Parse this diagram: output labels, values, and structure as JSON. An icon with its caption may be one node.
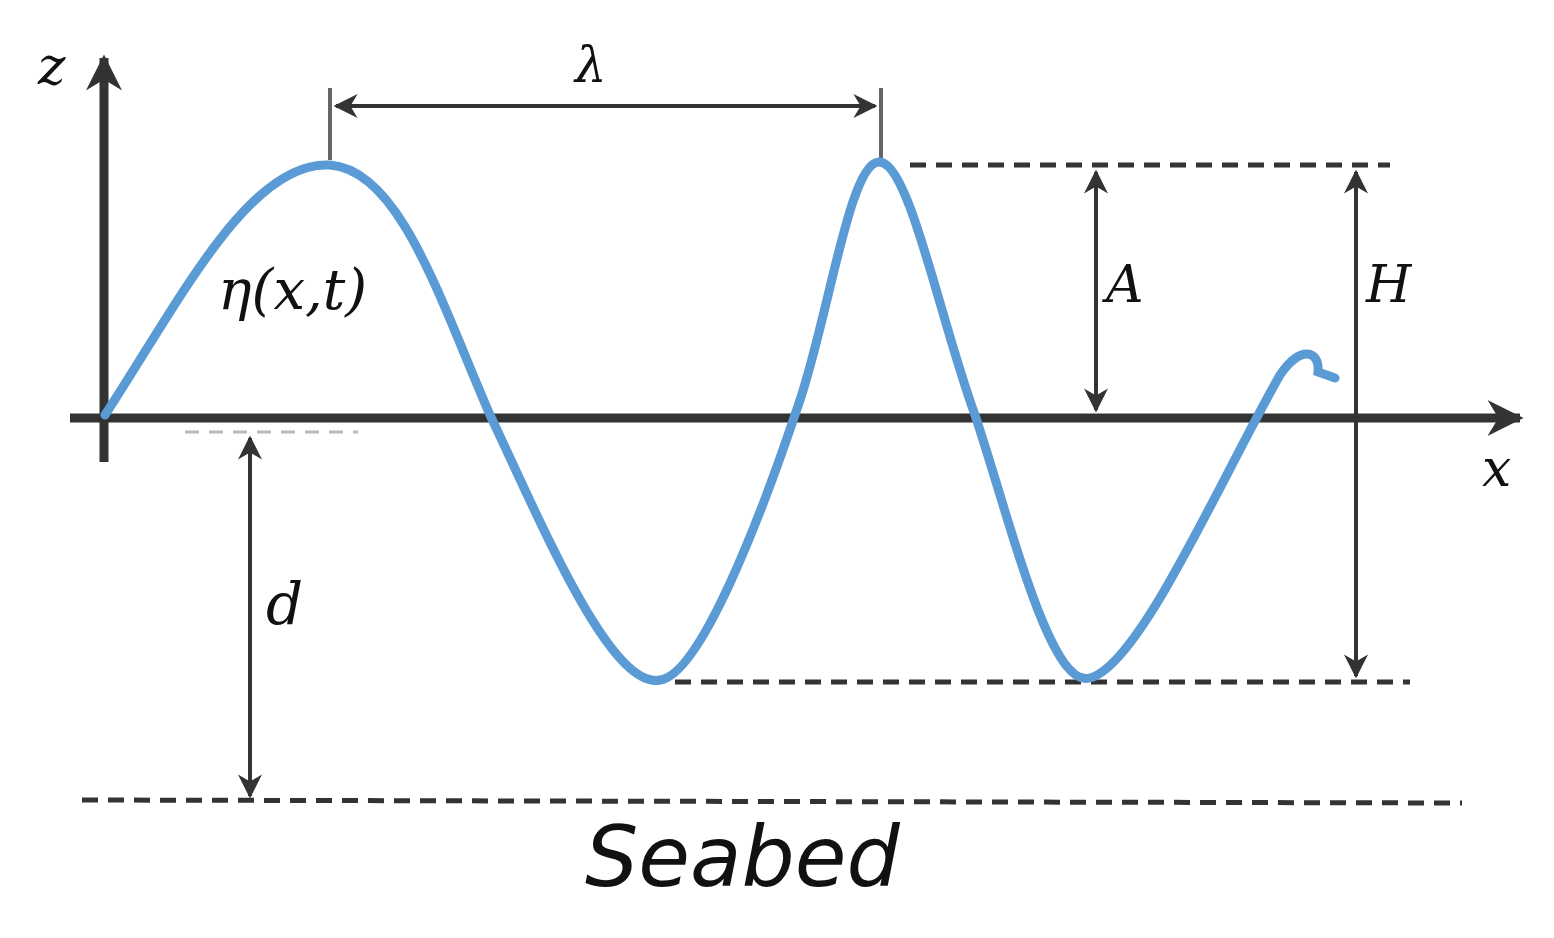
{
  "diagram": {
    "labels": [
      "z",
      "λ",
      "η(x,t)",
      "A",
      "H",
      "x",
      "d",
      "Seabed"
    ]
  }
}
